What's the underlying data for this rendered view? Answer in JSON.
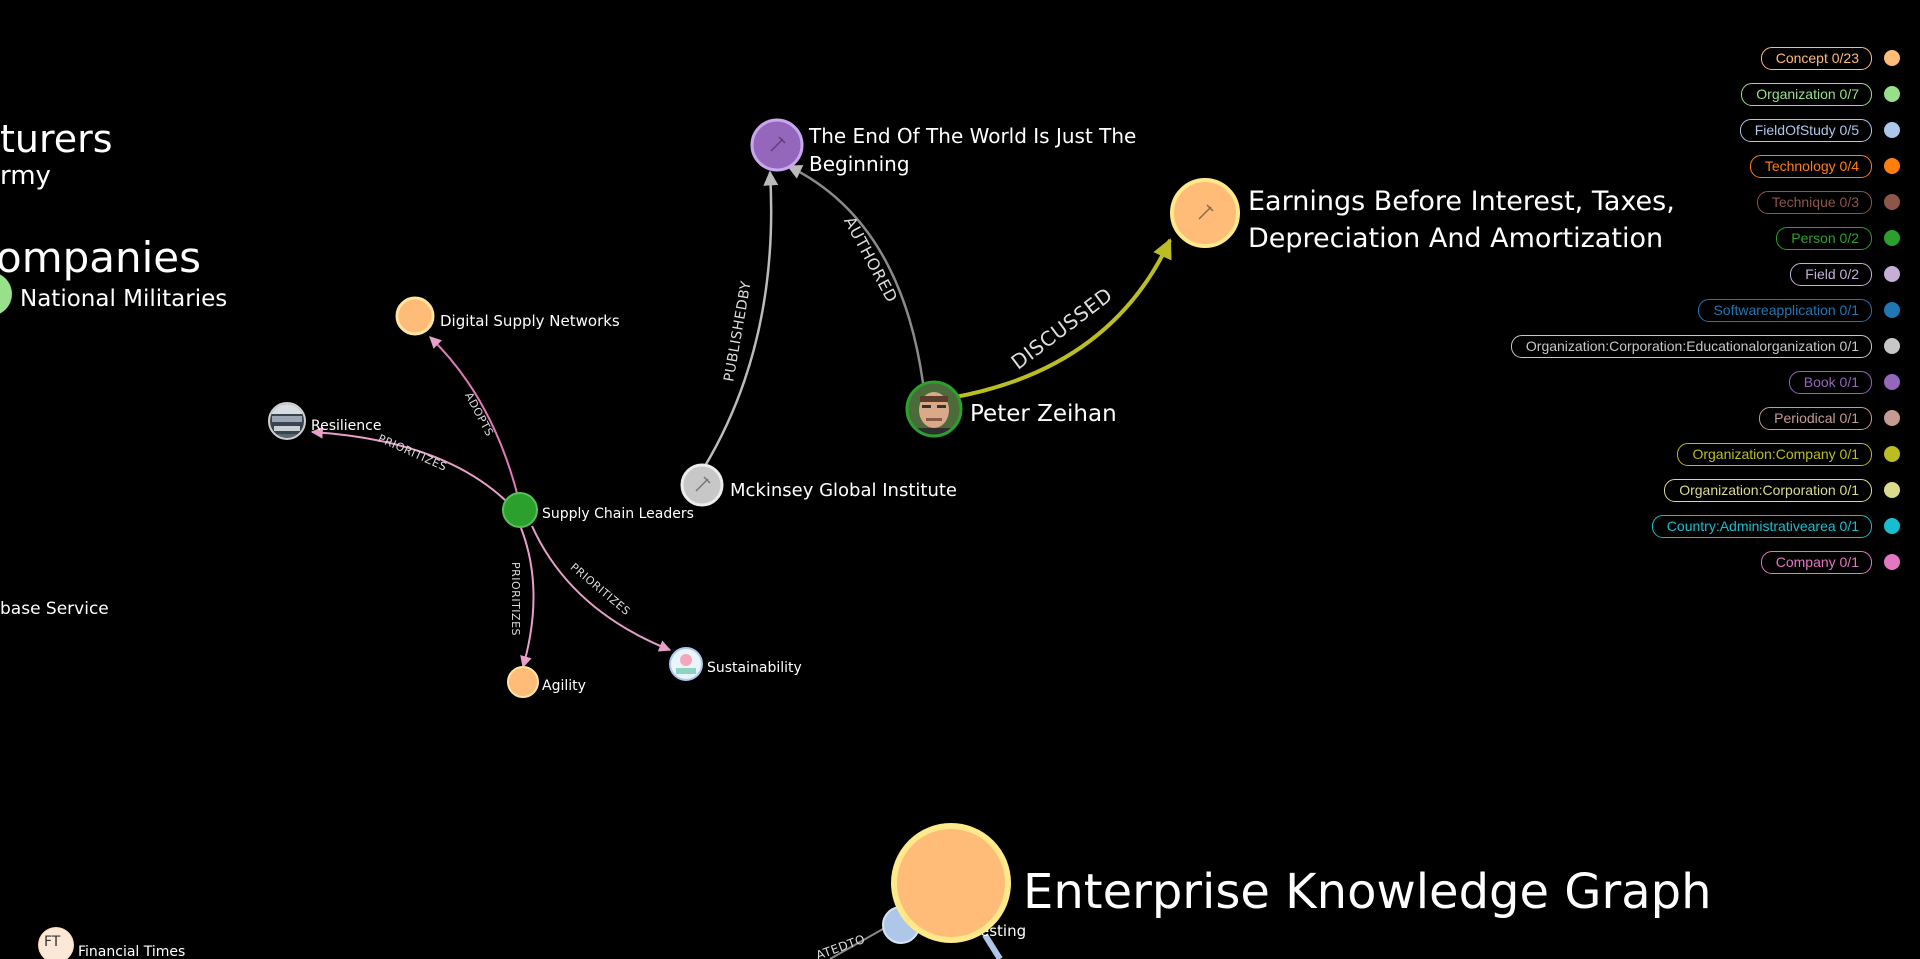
{
  "graph": {
    "partial_titles": {
      "turers": "turers",
      "rmy": "rmy",
      "ompanies": "ompanies",
      "base_service": "base Service"
    },
    "nodes": [
      {
        "id": "national-militaries",
        "label": "National Militaries",
        "color": "#98e08a"
      },
      {
        "id": "digital-supply-networks",
        "label": "Digital Supply Networks",
        "color": "#ffbb78"
      },
      {
        "id": "resilience",
        "label": "Resilience",
        "color": "#a0a0a0"
      },
      {
        "id": "supply-chain-leaders",
        "label": "Supply Chain Leaders",
        "color": "#2ca02c"
      },
      {
        "id": "agility",
        "label": "Agility",
        "color": "#ffbb78"
      },
      {
        "id": "sustainability",
        "label": "Sustainability",
        "color": "#aec7e8"
      },
      {
        "id": "end-of-world",
        "label_line1": "The End Of The World Is Just The",
        "label_line2": "Beginning",
        "color": "#9467bd"
      },
      {
        "id": "mckinsey",
        "label": "Mckinsey Global Institute",
        "color": "#c7c7c7"
      },
      {
        "id": "peter-zeihan",
        "label": "Peter Zeihan",
        "color": "#2ca02c"
      },
      {
        "id": "ebitda",
        "label_line1": "Earnings Before Interest, Taxes,",
        "label_line2": "Depreciation And Amortization",
        "color": "#ffbb78"
      },
      {
        "id": "enterprise-knowledge-graph",
        "label": "Enterprise Knowledge Graph",
        "color": "#ffbb78"
      },
      {
        "id": "financial-times",
        "label": "Financial Times",
        "color": "#ffbb78"
      },
      {
        "id": "testing-partial",
        "label": "esting",
        "color": "#aec7e8"
      }
    ],
    "edges": [
      {
        "id": "adopts",
        "label": "ADOPTS",
        "source": "supply-chain-leaders",
        "target": "digital-supply-networks"
      },
      {
        "id": "prioritizes-resilience",
        "label": "PRIORITIZES",
        "source": "supply-chain-leaders",
        "target": "resilience"
      },
      {
        "id": "prioritizes-agility",
        "label": "PRIORITIZES",
        "source": "supply-chain-leaders",
        "target": "agility"
      },
      {
        "id": "prioritizes-sustainability",
        "label": "PRIORITIZES",
        "source": "supply-chain-leaders",
        "target": "sustainability"
      },
      {
        "id": "publishedby",
        "label": "PUBLISHEDBY",
        "source": "mckinsey",
        "target": "end-of-world"
      },
      {
        "id": "authored",
        "label": "AUTHORED",
        "source": "peter-zeihan",
        "target": "end-of-world"
      },
      {
        "id": "discussed",
        "label": "DISCUSSED",
        "source": "peter-zeihan",
        "target": "ebitda"
      },
      {
        "id": "partial-edge",
        "label": "ATEDTO",
        "source": "testing-partial",
        "target": "offscreen"
      }
    ]
  },
  "legend": [
    {
      "label": "Concept 0/23",
      "color": "#ffbb78"
    },
    {
      "label": "Organization 0/7",
      "color": "#98df8a"
    },
    {
      "label": "FieldOfStudy 0/5",
      "color": "#aec7e8"
    },
    {
      "label": "Technology 0/4",
      "color": "#ff7f0e"
    },
    {
      "label": "Technique 0/3",
      "color": "#8c564b"
    },
    {
      "label": "Person 0/2",
      "color": "#2ca02c"
    },
    {
      "label": "Field 0/2",
      "color": "#c5b0d5"
    },
    {
      "label": "Softwareapplication 0/1",
      "color": "#1f77b4"
    },
    {
      "label": "Organization:Corporation:Educationalorganization 0/1",
      "color": "#c7c7c7"
    },
    {
      "label": "Book 0/1",
      "color": "#9467bd"
    },
    {
      "label": "Periodical 0/1",
      "color": "#c49c94"
    },
    {
      "label": "Organization:Company 0/1",
      "color": "#bcbd22"
    },
    {
      "label": "Organization:Corporation 0/1",
      "color": "#dbdb8d"
    },
    {
      "label": "Country:Administrativearea 0/1",
      "color": "#17becf"
    },
    {
      "label": "Company 0/1",
      "color": "#e377c2"
    }
  ]
}
